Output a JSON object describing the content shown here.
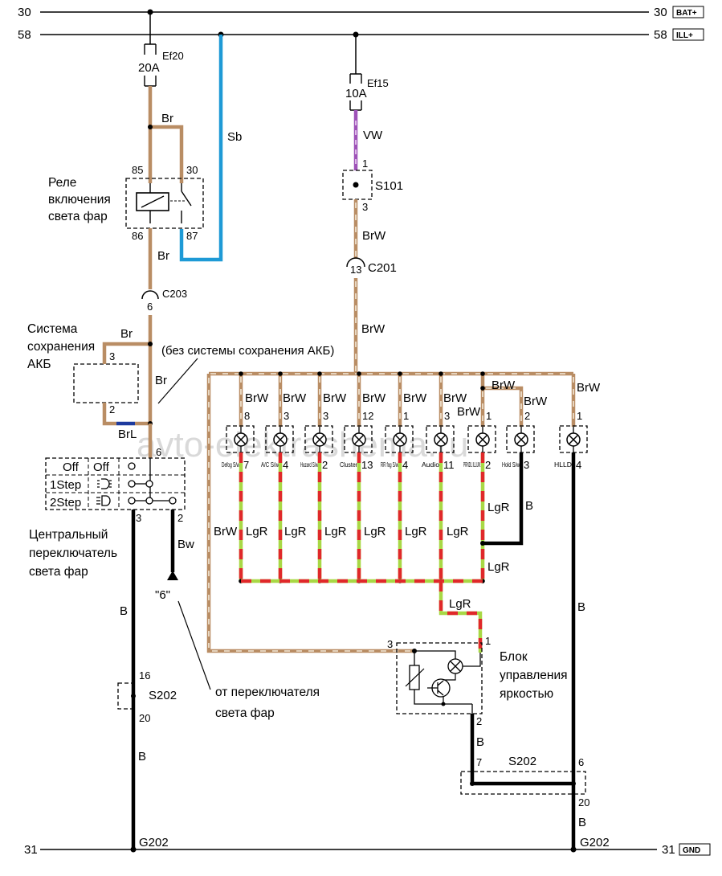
{
  "rails": {
    "top1": {
      "left": "30",
      "right": "30",
      "tag": "BAT+"
    },
    "top2": {
      "left": "58",
      "right": "58",
      "tag": "ILL+"
    },
    "bottom": {
      "left": "31",
      "right": "31",
      "tag": "GND"
    }
  },
  "fuses": [
    {
      "name": "Ef20",
      "rating": "20A"
    },
    {
      "name": "Ef15",
      "rating": "10A"
    }
  ],
  "relay": {
    "title_lines": [
      "Реле",
      "включения",
      "света фар"
    ],
    "pins": [
      "85",
      "30",
      "86",
      "87"
    ]
  },
  "battery_saver": {
    "title_lines": [
      "Система",
      "сохранения",
      "АКБ"
    ],
    "pin_top": "3",
    "pin_bottom": "2",
    "note": "(без системы сохранения АКБ)"
  },
  "splices": {
    "s101": "S101",
    "s101_pin_top": "1",
    "s101_pin_bottom": "3",
    "s202_left": "S202",
    "s202_left_pin_top": "16",
    "s202_left_pin_bottom": "20",
    "s202_right": "S202",
    "s202_right_pin_left": "7",
    "s202_right_pin_right": "6",
    "s202_right_pin_bottom": "20"
  },
  "connectors": {
    "c203": "C203",
    "c203_pin": "6",
    "c201": "C201",
    "c201_pin": "13"
  },
  "wires": {
    "br": "Br",
    "sb": "Sb",
    "vw": "VW",
    "brw": "BrW",
    "brl": "BrL",
    "bw": "Bw",
    "b": "B",
    "lgr": "LgR"
  },
  "switch": {
    "rows": [
      [
        "Off",
        "Off"
      ],
      [
        "1Step",
        ""
      ],
      [
        "2Step",
        ""
      ]
    ],
    "pin_top": "6",
    "pin_3": "3",
    "pin_2": "2",
    "title_lines": [
      "Центральный",
      "переключатель",
      "света фар"
    ]
  },
  "ref6": "\"6\"",
  "ref6_caption_lines": [
    "от переключателя",
    "света фар"
  ],
  "lamps": [
    {
      "top_pin": "8",
      "bottom_pin": "7",
      "name": "Defog S/w"
    },
    {
      "top_pin": "3",
      "bottom_pin": "4",
      "name": "A/C S/w"
    },
    {
      "top_pin": "3",
      "bottom_pin": "2",
      "name": "Hazard S/w"
    },
    {
      "top_pin": "12",
      "bottom_pin": "13",
      "name": "Cluster"
    },
    {
      "top_pin": "1",
      "bottom_pin": "4",
      "name": "RR fog S/w"
    },
    {
      "top_pin": "3",
      "bottom_pin": "11",
      "name": "Audio"
    },
    {
      "top_pin": "1",
      "bottom_pin": "2",
      "name": "PRNDL ILLUM."
    },
    {
      "top_pin": "2",
      "bottom_pin": "3",
      "name": "Hold S/w"
    },
    {
      "top_pin": "1",
      "bottom_pin": "4",
      "name": "HLLD"
    }
  ],
  "dimmer": {
    "title_lines": [
      "Блок",
      "управления",
      "яркостью"
    ],
    "pin_1": "1",
    "pin_2": "2",
    "pin_3": "3"
  },
  "ground": "G202",
  "watermark": "avto-elektrashema.ru"
}
